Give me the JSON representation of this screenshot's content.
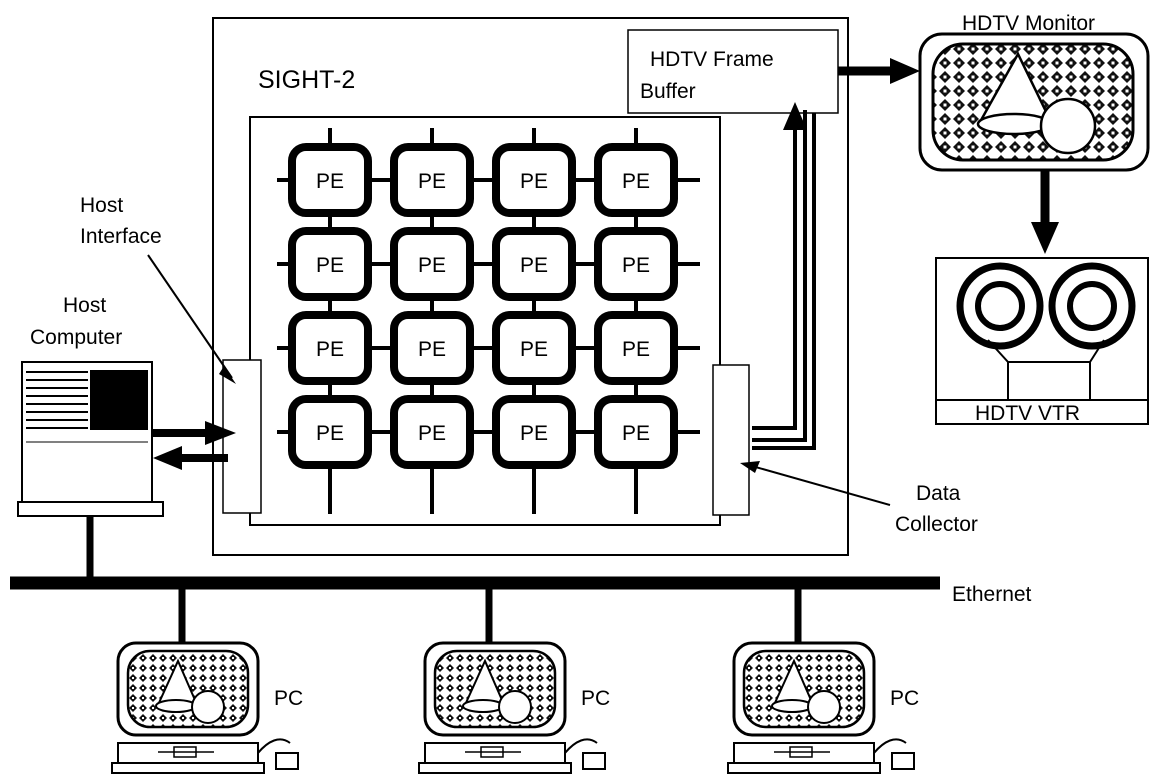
{
  "system": {
    "title": "SIGHT-2"
  },
  "pe_array": {
    "rows": 4,
    "cols": 4,
    "cell_label": "PE"
  },
  "frame_buffer": {
    "line1": "HDTV Frame",
    "line2": "Buffer"
  },
  "monitor": {
    "label": "HDTV Monitor"
  },
  "vtr": {
    "label": "HDTV VTR"
  },
  "host_interface": {
    "line1": "Host",
    "line2": "Interface"
  },
  "host_computer": {
    "line1": "Host",
    "line2": "Computer"
  },
  "data_collector": {
    "line1": "Data",
    "line2": "Collector"
  },
  "network": {
    "label": "Ethernet"
  },
  "pcs": [
    {
      "label": "PC"
    },
    {
      "label": "PC"
    },
    {
      "label": "PC"
    }
  ],
  "colors": {
    "ink": "#000000",
    "paper": "#ffffff"
  }
}
